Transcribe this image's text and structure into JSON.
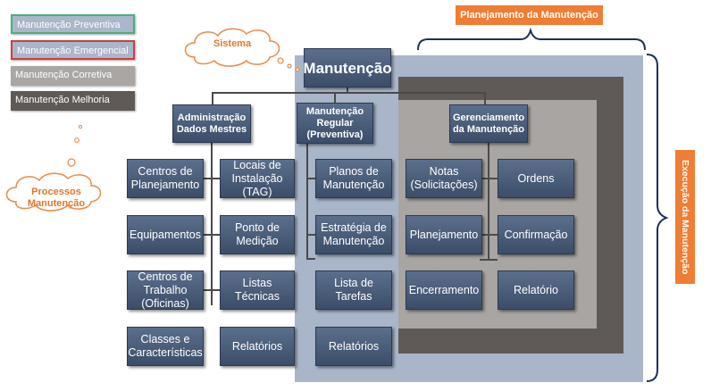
{
  "legend": {
    "preventiva": "Manutenção Preventiva",
    "emergencial": "Manutenção Emergencial",
    "corretiva": "Manutenção Corretiva",
    "melhoria": "Manutenção Melhoria"
  },
  "clouds": {
    "sistema": "Sistema",
    "processos_line1": "Processos",
    "processos_line2": "Manutenção"
  },
  "labels": {
    "planejamento": "Planejamento da Manutenção",
    "execucao": "Execução da Manutenção"
  },
  "root": "Manutenção",
  "headers": {
    "admin_line1": "Administração",
    "admin_line2": "Dados Mestres",
    "regular_line1": "Manutenção",
    "regular_line2": "Regular",
    "regular_line3": "(Preventiva)",
    "gerenciamento_line1": "Gerenciamento",
    "gerenciamento_line2": "da Manutenção"
  },
  "boxes": {
    "centros_planejamento": [
      "Centros de",
      "Planejamento"
    ],
    "locais_instalacao": [
      "Locais de",
      "Instalação",
      "(TAG)"
    ],
    "equipamentos": [
      "Equipamentos"
    ],
    "ponto_medicao": [
      "Ponto de",
      "Medição"
    ],
    "centros_trabalho": [
      "Centros de",
      "Trabalho",
      "(Oficinas)"
    ],
    "listas_tecnicas": [
      "Listas Técnicas"
    ],
    "classes": [
      "Classes e",
      "Características"
    ],
    "relatorios_admin": [
      "Relatórios"
    ],
    "planos": [
      "Planos de",
      "Manutenção"
    ],
    "estrategia": [
      "Estratégia de",
      "Manutenção"
    ],
    "lista_tarefas": [
      "Lista de",
      "Tarefas"
    ],
    "relatorios_regular": [
      "Relatórios"
    ],
    "notas": [
      "Notas",
      "(Solicitações)"
    ],
    "ordens": [
      "Ordens"
    ],
    "planejamento": [
      "Planejamento"
    ],
    "confirmacao": [
      "Confirmação"
    ],
    "encerramento": [
      "Encerramento"
    ],
    "relatorio": [
      "Relatório"
    ]
  },
  "colors": {
    "preventiva_bg": "#a9b5c9",
    "corretiva_bg": "#a9a5a3",
    "melhoria_bg": "#5f5a57",
    "box_blue": "#46597a",
    "accent_orange": "#ef7d33"
  }
}
